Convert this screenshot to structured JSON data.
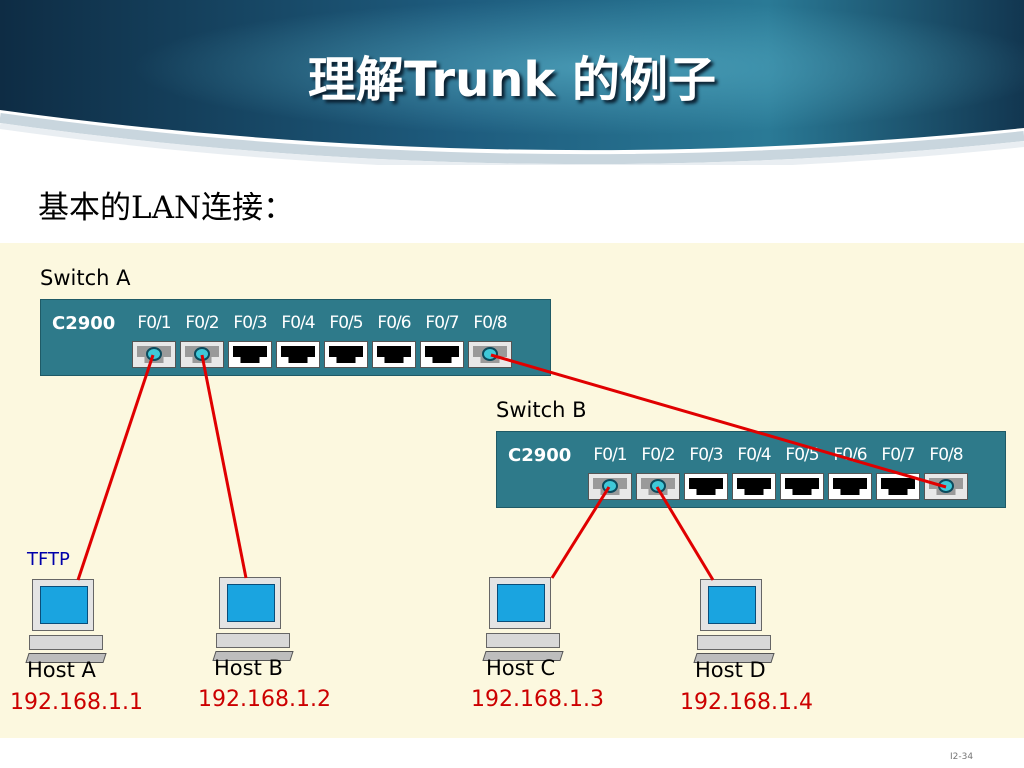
{
  "title": "理解Trunk 的例子",
  "subtitle": "基本的LAN连接：",
  "switches": [
    {
      "label": "Switch A",
      "model": "C2900",
      "ports": [
        "F0/1",
        "F0/2",
        "F0/3",
        "F0/4",
        "F0/5",
        "F0/6",
        "F0/7",
        "F0/8"
      ],
      "active_ports": [
        "F0/1",
        "F0/2",
        "F0/8"
      ]
    },
    {
      "label": "Switch B",
      "model": "C2900",
      "ports": [
        "F0/1",
        "F0/2",
        "F0/3",
        "F0/4",
        "F0/5",
        "F0/6",
        "F0/7",
        "F0/8"
      ],
      "active_ports": [
        "F0/1",
        "F0/2",
        "F0/8"
      ]
    }
  ],
  "hosts": [
    {
      "name": "Host A",
      "ip": "192.168.1.1",
      "role": "TFTP",
      "switch": "Switch A",
      "port": "F0/1"
    },
    {
      "name": "Host B",
      "ip": "192.168.1.2",
      "switch": "Switch A",
      "port": "F0/2"
    },
    {
      "name": "Host C",
      "ip": "192.168.1.3",
      "switch": "Switch B",
      "port": "F0/1"
    },
    {
      "name": "Host D",
      "ip": "192.168.1.4",
      "switch": "Switch B",
      "port": "F0/2"
    }
  ],
  "links": [
    {
      "from": "Switch A F0/1",
      "to": "Host A"
    },
    {
      "from": "Switch A F0/2",
      "to": "Host B"
    },
    {
      "from": "Switch A F0/8",
      "to": "Switch B F0/8"
    },
    {
      "from": "Switch B F0/1",
      "to": "Host C"
    },
    {
      "from": "Switch B F0/2",
      "to": "Host D"
    }
  ],
  "page_number": "I2-34",
  "colors": {
    "link": "#e00000",
    "switch": "#2e7a8a",
    "diagram_background": "#fcf8df",
    "ip_text": "#cc0000",
    "tftp_text": "#0000aa"
  }
}
